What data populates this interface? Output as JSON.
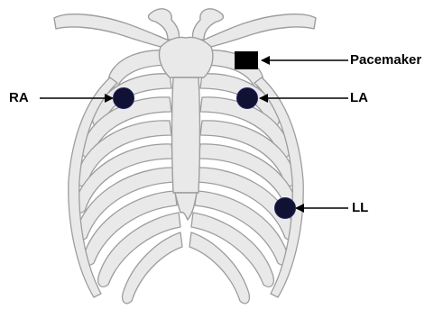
{
  "diagram": {
    "labels": {
      "pacemaker": "Pacemaker",
      "ra": "RA",
      "la": "LA",
      "ll": "LL"
    },
    "colors": {
      "bone_fill": "#e9e9e9",
      "bone_stroke": "#9d9d9d",
      "electrode": "#111133",
      "pacemaker": "#000000",
      "text": "#000000"
    },
    "icons": {
      "ribcage": "ribcage-illustration",
      "electrode": "electrode-dot-icon",
      "pacemaker": "pacemaker-square-icon"
    }
  }
}
